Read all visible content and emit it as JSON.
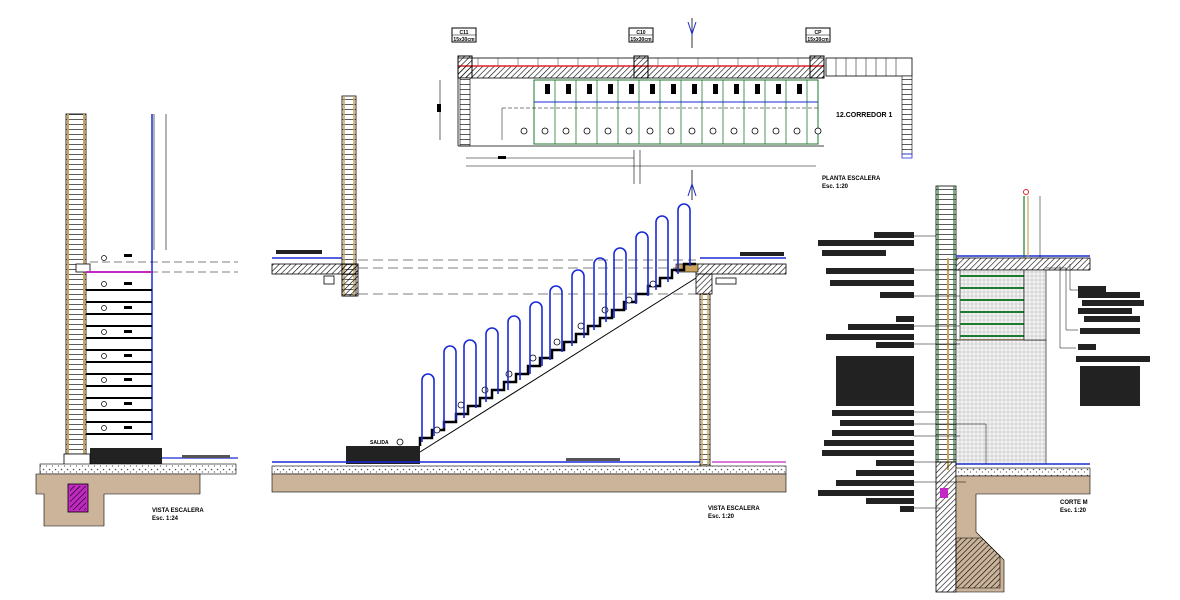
{
  "plan": {
    "columns": [
      {
        "id": "C11",
        "size": "15x30cm"
      },
      {
        "id": "C10",
        "size": "15x30cm"
      },
      {
        "id": "CP",
        "size": "15x30cm"
      }
    ],
    "corridor_label": "12.CORREDOR 1",
    "title": "PLANTA ESCALERA",
    "scale": "Esc. 1:20"
  },
  "view_left": {
    "title": "VISTA ESCALERA",
    "scale": "Esc. 1:24"
  },
  "view_middle": {
    "title": "VISTA ESCALERA",
    "scale": "Esc. 1:20",
    "start_label": "SALIDA"
  },
  "section": {
    "title": "CORTE M",
    "scale": "Esc. 1:20"
  },
  "colors": {
    "line": "#000000",
    "handrail": "#1a2bd6",
    "step_outline": "#1e7a2e",
    "slab_red": "#e0242a",
    "magenta": "#c229c2",
    "wall_tan": "#c9a35c",
    "ground_fill": "#cbb49a"
  }
}
